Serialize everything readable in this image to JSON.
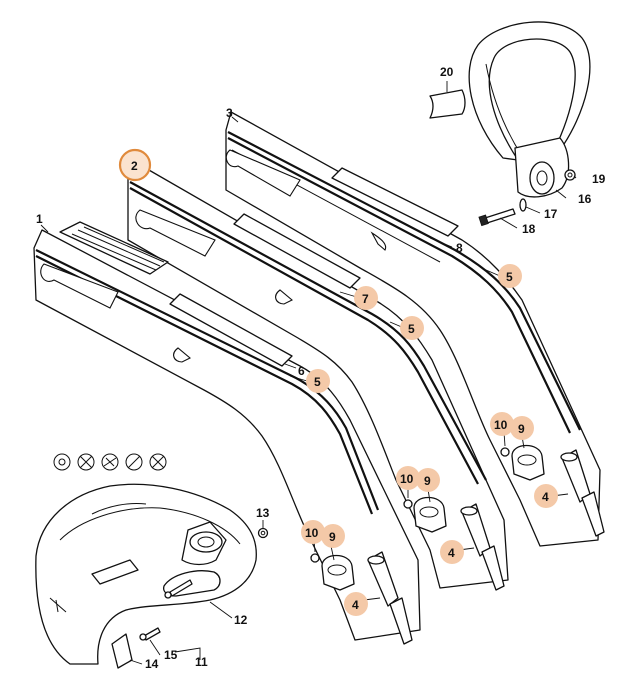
{
  "diagram": {
    "colors": {
      "highlight_fill": "#f4c9a8",
      "selected_ring": "#e08a3c",
      "line": "#111111",
      "background": "#ffffff"
    },
    "selected_part": "2",
    "callouts": {
      "c1": "1",
      "c2": "2",
      "c3": "3",
      "c4a": "4",
      "c4b": "4",
      "c4c": "4",
      "c5a": "5",
      "c5b": "5",
      "c5c": "5",
      "c6": "6",
      "c7": "7",
      "c8": "8",
      "c9a": "9",
      "c9b": "9",
      "c9c": "9",
      "c10a": "10",
      "c10b": "10",
      "c10c": "10",
      "c11": "11",
      "c12": "12",
      "c13": "13",
      "c14": "14",
      "c15": "15",
      "c16": "16",
      "c17": "17",
      "c18": "18",
      "c19": "19",
      "c20": "20"
    },
    "icons": [
      "safety-symbol-icon",
      "no-saw-blade-icon",
      "grass-blade-icon",
      "no-metal-blade-icon",
      "cutting-line-icon"
    ]
  }
}
